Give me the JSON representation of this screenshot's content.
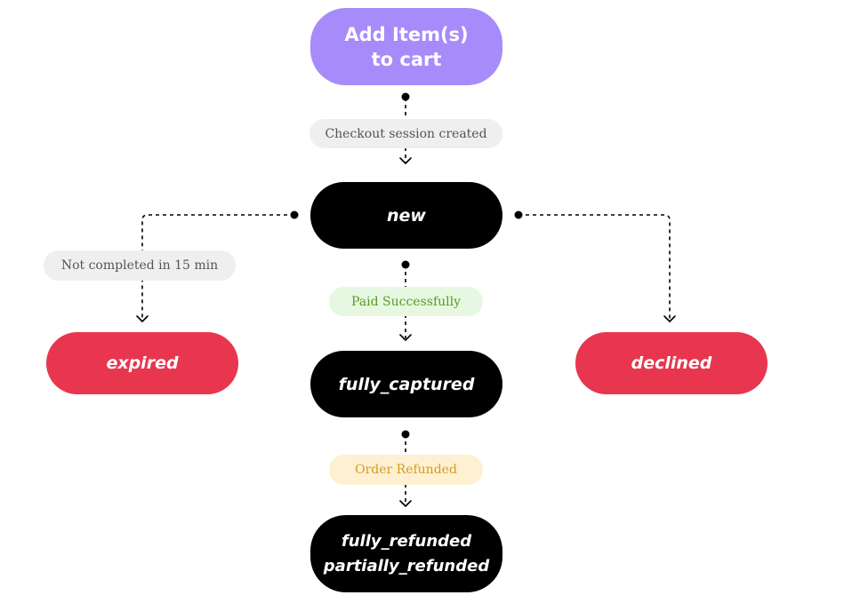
{
  "colors": {
    "start_fill": "#a78bfa",
    "state_fill": "#000000",
    "terminal_fail_fill": "#e8364f",
    "neutral_label_bg": "#efefef",
    "neutral_label_text": "#555555",
    "success_label_bg": "#e6f8e1",
    "success_label_text": "#5a9a22",
    "refund_label_bg": "#fdf1d2",
    "refund_label_text": "#d99a1e",
    "connector": "#000000"
  },
  "nodes": {
    "start": {
      "lines": [
        "Add Item(s)",
        "to cart"
      ]
    },
    "new": {
      "lines": [
        "new"
      ]
    },
    "fully_captured": {
      "lines": [
        "fully_captured"
      ]
    },
    "refunded": {
      "lines": [
        "fully_refunded",
        "partially_refunded"
      ]
    },
    "expired": {
      "lines": [
        "expired"
      ]
    },
    "declined": {
      "lines": [
        "declined"
      ]
    }
  },
  "transitions": {
    "checkout": "Checkout session created",
    "timeout": "Not completed in 15 min",
    "paid": "Paid Successfully",
    "refund": "Order Refunded"
  }
}
